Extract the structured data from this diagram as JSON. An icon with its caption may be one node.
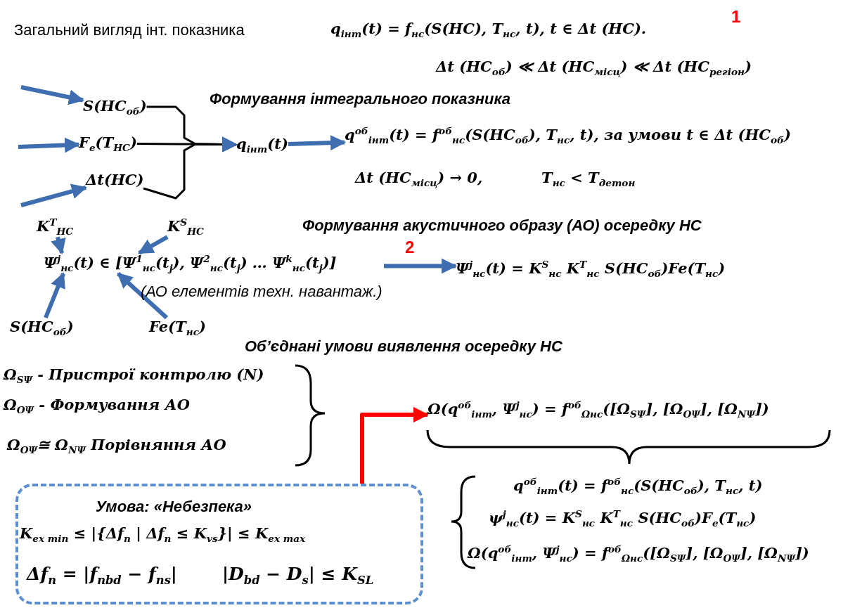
{
  "diagram": {
    "nodes": [
      {
        "text": [
          "S(HC$_{об}$)"
        ]
      },
      {
        "text": [
          "F$_{e}$(T$_{HC}$)"
        ]
      },
      {
        "text": [
          "Δt(HC)"
        ]
      },
      {
        "text": [
          "q$_{інт}$(t)"
        ]
      },
      {
        "text": [
          "q$^{об}$$_{інт}$(t) = f$^{об}$$_{нс}$(S(НС$_{об}$), Т$_{нс}$, t), за умови t ∈ Δt (НС$_{об}$)"
        ]
      },
      {
        "text": [
          "K$^{T}$$_{НС}$"
        ]
      },
      {
        "text": [
          "K$^{S}$$_{НС}$"
        ]
      },
      {
        "text": [
          "Ψ$^{j}$$_{нс}$(t) ∈ [Ψ$^{1}$$_{нс}$(t$_{j}$), Ψ$^{2}$$_{нс}$(t$_{j}$) … Ψ$^{k}$$_{нс}$(t$_{j}$)]"
        ],
        "beside": [
          "(АО елементів техн. навантаж.)"
        ]
      },
      {
        "text": [
          "S(НС$_{об}$)"
        ]
      },
      {
        "text": [
          "Fe(Т$_{нс}$)"
        ]
      },
      {
        "text": [
          "Ψ$^{j}$$_{нс}$(t) = K$^{S}$$_{нс}$ K$^{T}$$_{нс}$ S(НС$_{об}$)Fe(Т$_{нс}$)"
        ]
      },
      {
        "text": [
          "Ω(q$^{об}$$_{інт}$, Ψ$^{j}$$_{нс}$) = f$^{об}$$_{Ωнс}$([Ω$_{SΨ}$], [Ω$_{OΨ}$], [Ω$_{NΨ}$])"
        ]
      },
      {
        "text": [
          "Умова: «Небезпека»",
          "K$_{ex min}$ ≤ |{Δf$_{n}$ | Δf$_{n}$ ≤ K$_{vs}$}| ≤ K$_{ex max}$",
          "Δf$_{n}$ = |f$_{nbd}$ − f$_{ns}$|",
          "|D$_{bd}$ − D$_{s}$| ≤ K$_{SL}$"
        ]
      }
    ],
    "edges": [
      {
        "from": null,
        "to": 0,
        "arrow": "to"
      },
      {
        "from": null,
        "to": 1,
        "arrow": "to"
      },
      {
        "from": null,
        "to": 2,
        "arrow": "to"
      },
      {
        "from": 0,
        "to": 3,
        "arrow": "to",
        "color": "#000000"
      },
      {
        "from": 1,
        "to": 3,
        "arrow": "to",
        "color": "#000000"
      },
      {
        "from": 2,
        "to": 3,
        "arrow": "to",
        "color": "#000000"
      },
      {
        "from": 3,
        "to": 4,
        "arrow": "to"
      },
      {
        "from": 5,
        "to": 7,
        "arrow": "to"
      },
      {
        "from": 6,
        "to": 7,
        "arrow": "to"
      },
      {
        "from": 8,
        "to": 7,
        "arrow": "to"
      },
      {
        "from": 9,
        "to": 7,
        "arrow": "to"
      },
      {
        "from": 7,
        "to": 10,
        "arrow": "to"
      },
      {
        "from": 12,
        "to": 11,
        "arrow": "to",
        "color": "#ff0000"
      }
    ],
    "labels": [
      "Загальний вигляд інт. показника",
      "q$_{інт}$(t) = f$_{нс}$(S(НС), Т$_{нс}$, t), t ∈ Δt (НС).",
      "1",
      "Δt (НС$_{об}$) ≪ Δt (НС$_{місц}$) ≪ Δt (НС$_{регіон}$)",
      "Формування інтегрального показника",
      "Δt (НС$_{місц}$) → 0,",
      "Т$_{нс}$ < Т$_{детон}$",
      "Формування акустичного образу (АО) осередку НС",
      "2",
      "Об’єднані умови виявлення осередку НС",
      "Ω$_{SΨ}$ - Пристрої контролю (N)",
      "Ω$_{OΨ}$ - Формування АО",
      "Ω$_{OΨ}$≅ Ω$_{NΨ}$   Порівняння АО",
      "q$^{об}$$_{інт}$(t) = f$^{об}$$_{нс}$(S(НС$_{об}$), Т$_{нс}$, t)",
      "ψ$^{j}$$_{нс}$(t) = K$^{S}$$_{нс}$ K$^{T}$$_{нс}$ S(НС$_{об}$)F$_{e}$(Т$_{нс}$)",
      "Ω(q$^{об}$$_{інт}$, Ψ$^{j}$$_{нс}$) = f$^{об}$$_{Ωнс}$([Ω$_{SΨ}$], [Ω$_{OΨ}$], [Ω$_{NΨ}$])"
    ]
  }
}
